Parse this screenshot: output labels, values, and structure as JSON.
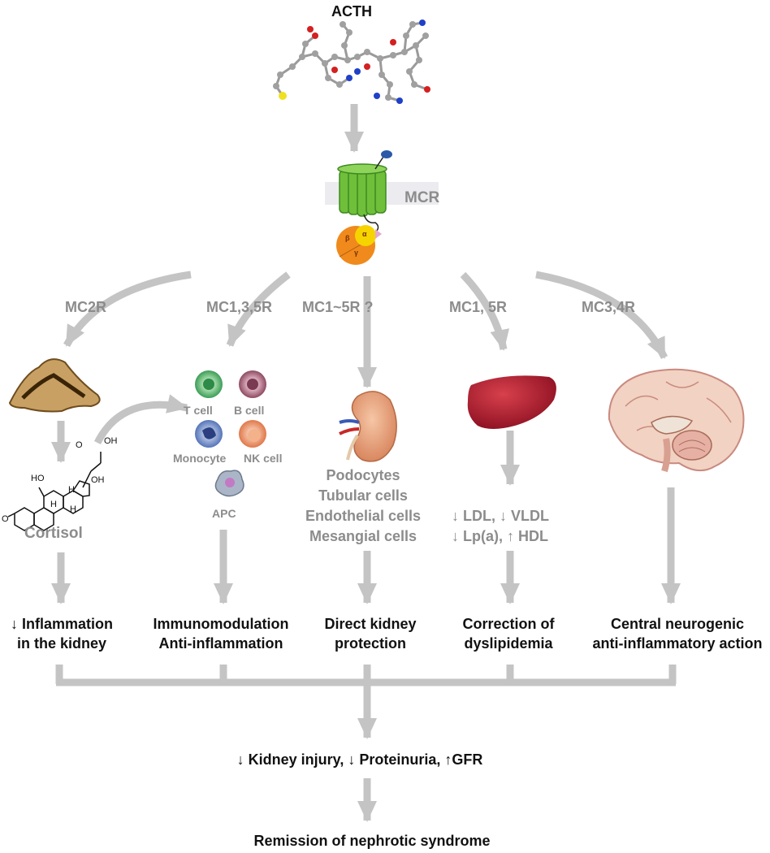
{
  "top": {
    "acth": "ACTH",
    "mcr": "MCR",
    "g_protein": {
      "beta": "β",
      "alpha": "α",
      "gamma": "γ"
    }
  },
  "branches": [
    {
      "receptor": "MC2R",
      "target_label": "Cortisol",
      "molecule_labels": [
        "HO",
        "O",
        "OH",
        "OH",
        "H",
        "H",
        "H",
        "O"
      ],
      "outcome": [
        "↓ Inflammation",
        "in the kidney"
      ]
    },
    {
      "receptor": "MC1,3,5R",
      "cells": [
        "T cell",
        "B cell",
        "Monocyte",
        "NK cell",
        "APC"
      ],
      "outcome": [
        "Immunomodulation",
        "Anti-inflammation"
      ]
    },
    {
      "receptor": "MC1~5R ?",
      "cell_types": [
        "Podocytes",
        "Tubular cells",
        "Endothelial cells",
        "Mesangial cells"
      ],
      "outcome": [
        "Direct kidney",
        "protection"
      ]
    },
    {
      "receptor": "MC1, 5R",
      "lipids": [
        "↓ LDL, ↓ VLDL",
        "↓ Lp(a), ↑ HDL"
      ],
      "outcome": [
        "Correction of",
        "dyslipidemia"
      ]
    },
    {
      "receptor": "MC3,4R",
      "outcome": [
        "Central neurogenic",
        "anti-inflammatory action"
      ]
    }
  ],
  "result": "↓ Kidney injury, ↓ Proteinuria, ↑GFR",
  "final": "Remission of nephrotic syndrome",
  "colors": {
    "arrow": "#c4c4c4",
    "label_grey": "#8c8c8c",
    "receptor_green": "#6fbf3a",
    "g_orange": "#f08a1c",
    "g_yellow": "#f6d400",
    "liver": "#a8182a",
    "adrenal": "#c9a063",
    "kidney": "#e8a07a"
  },
  "icons": [
    "acth-molecule",
    "mcr-receptor",
    "adrenal-gland",
    "cortisol-molecule",
    "t-cell",
    "b-cell",
    "monocyte",
    "nk-cell",
    "apc-cell",
    "kidney",
    "liver",
    "brain"
  ]
}
